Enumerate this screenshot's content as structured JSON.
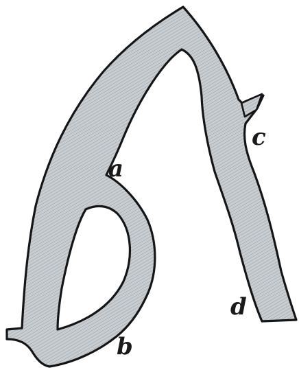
{
  "labels": {
    "a": "a",
    "b": "b",
    "c": "c",
    "d": "d"
  },
  "colors": {
    "background": "#ffffff",
    "section_fill": "#c8cdd2",
    "outline": "#151515",
    "hatch": "#5d6268"
  }
}
